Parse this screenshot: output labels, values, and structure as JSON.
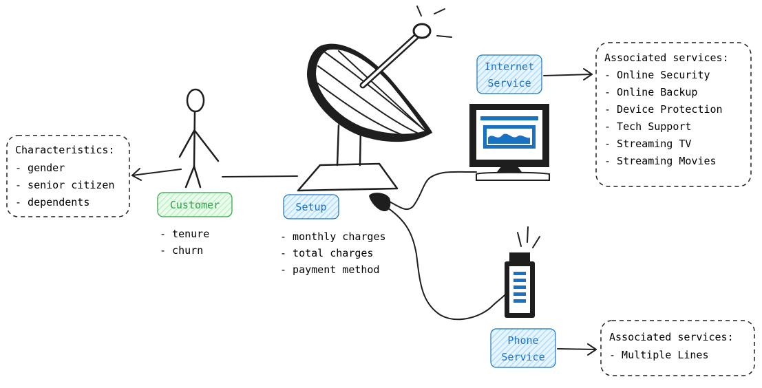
{
  "characteristics": {
    "title": "Characteristics:",
    "items": [
      "- gender",
      "- senior citizen",
      "- dependents"
    ]
  },
  "customer": {
    "label": "Customer",
    "attrs": [
      "- tenure",
      "- churn"
    ],
    "color": "#2f9e44",
    "fill": "#b2f2bb"
  },
  "setup": {
    "label": "Setup",
    "attrs": [
      "- monthly charges",
      "- total charges",
      "- payment method"
    ]
  },
  "internet": {
    "label_lines": [
      "Internet",
      "Service"
    ],
    "services_title": "Associated services:",
    "services": [
      "- Online Security",
      "- Online Backup",
      "- Device Protection",
      "- Tech Support",
      "- Streaming TV",
      "- Streaming Movies"
    ]
  },
  "phone": {
    "label_lines": [
      "Phone",
      "Service"
    ],
    "services_title": "Associated services:",
    "services": [
      "- Multiple Lines"
    ]
  },
  "colors": {
    "blue_text": "#1971c2",
    "blue_fill": "#a5d8ff",
    "green_text": "#2f9e44",
    "green_fill": "#b2f2bb",
    "ink": "#1e1e1e"
  },
  "icons": [
    "stick-figure-icon",
    "satellite-dish-icon",
    "computer-monitor-icon",
    "mobile-phone-icon"
  ]
}
